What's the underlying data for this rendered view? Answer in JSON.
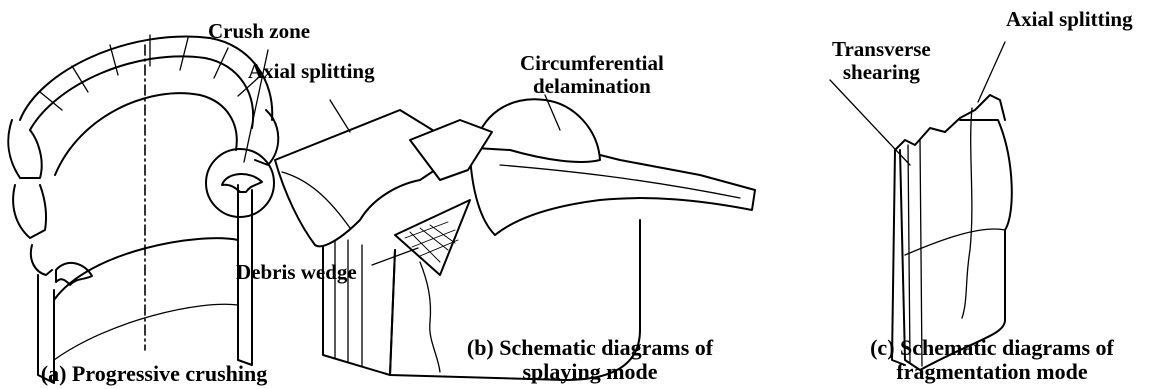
{
  "panel_a": {
    "label_crush_zone": "Crush zone",
    "caption": "(a) Progressive crushing"
  },
  "panel_b": {
    "label_axial_splitting": "Axial splitting",
    "label_circumferential_line1": "Circumferential",
    "label_circumferential_line2": "delamination",
    "label_debris_wedge": "Debris wedge",
    "caption_line1": "(b) Schematic diagrams of",
    "caption_line2": "splaying mode"
  },
  "panel_c": {
    "label_axial_splitting": "Axial splitting",
    "label_transverse_line1": "Transverse",
    "label_transverse_line2": "shearing",
    "caption_line1": "(c) Schematic diagrams of",
    "caption_line2": "fragmentation mode"
  }
}
